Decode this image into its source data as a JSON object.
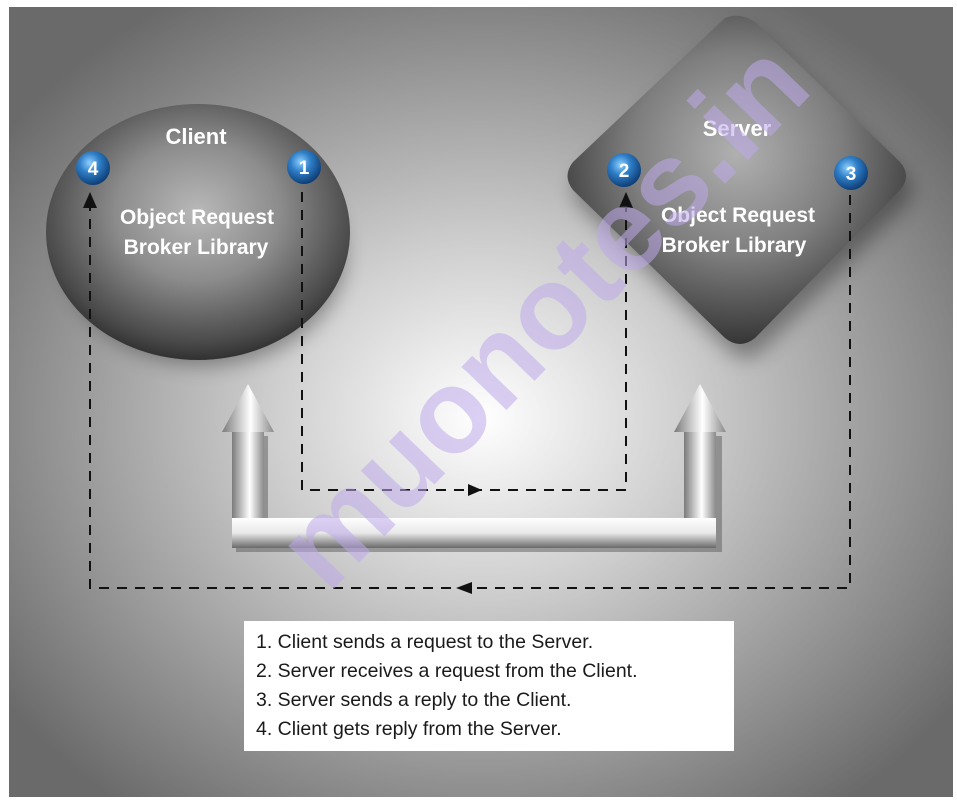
{
  "client": {
    "title": "Client",
    "library_line1": "Object Request",
    "library_line2": "Broker Library"
  },
  "server": {
    "title": "Server",
    "library_line1": "Object Request",
    "library_line2": "Broker Library"
  },
  "badges": [
    "1",
    "2",
    "3",
    "4"
  ],
  "legend": [
    "1. Client sends a request to the Server.",
    "2. Server receives a request from the Client.",
    "3. Server sends a reply to the Client.",
    "4. Client gets reply from the Server."
  ],
  "watermark": "muonotes.in",
  "colors": {
    "background_light": "#f4f4f4",
    "background_dark": "#6e6e6e",
    "badge_blue": "#2f7fc8",
    "dashed_line": "#111111"
  }
}
